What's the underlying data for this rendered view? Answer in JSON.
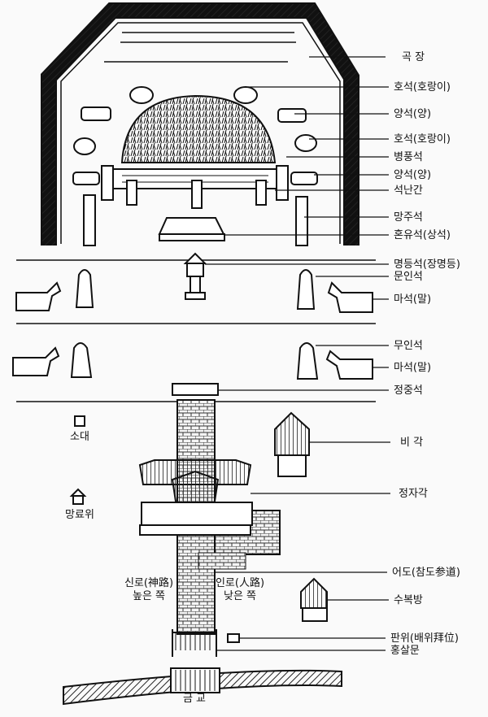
{
  "labels": {
    "gokjang": "곡 장",
    "hoseok1": "호석(호랑이)",
    "yangseok1": "양석(양)",
    "hoseok2": "호석(호랑이)",
    "byeongpung": "병풍석",
    "yangseok2": "양석(양)",
    "seoknangan": "석난간",
    "mangju": "망주석",
    "honyu": "혼유석(상석)",
    "myeongdeung": "명등석(장명등)",
    "munin": "문인석",
    "maseok1": "마석(말)",
    "muin": "무인석",
    "maseok2": "마석(말)",
    "jeongjung": "정중석",
    "bigak": "비 각",
    "jeongjagak": "정자각",
    "eodo": "어도(참도参道)",
    "subokbang": "수복방",
    "panwi": "판위(배위拜位)",
    "hongsal": "홍살문",
    "sodae": "소대",
    "mangryowi": "망료위",
    "sinro": "신로(神路)",
    "sinro_sub": "높은 쪽",
    "inro": "인로(人路)",
    "inro_sub": "낮은 쪽",
    "geumgyo": "금 교"
  }
}
